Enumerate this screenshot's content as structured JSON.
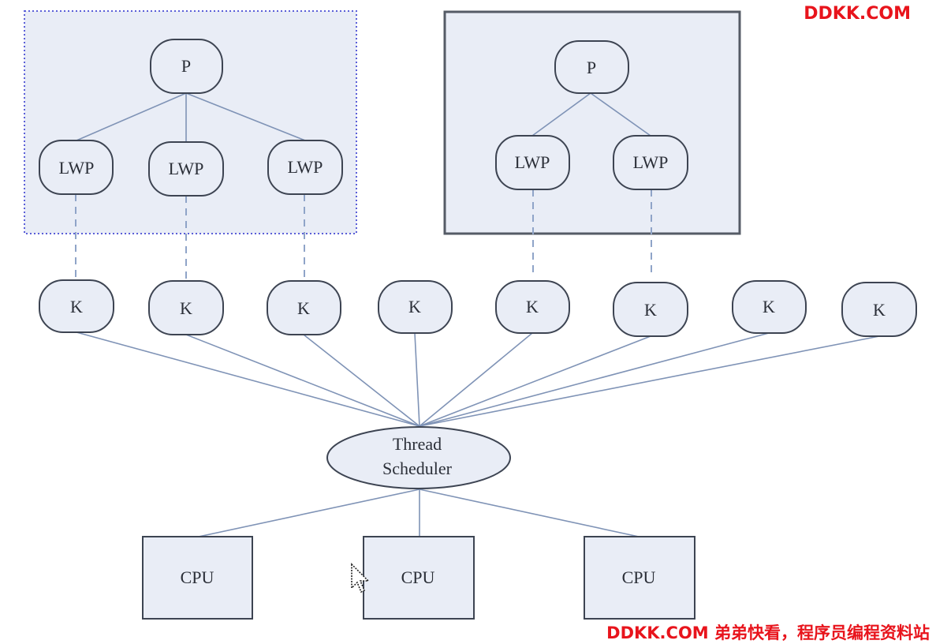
{
  "watermarks": {
    "top": "DDKK.COM",
    "bottom": "DDKK.COM 弟弟快看，程序员编程资料站"
  },
  "colors": {
    "node_fill": "#e9edf6",
    "edge": "#7f93b6",
    "watermark": "#e8141c"
  },
  "processes": [
    {
      "id": "p1",
      "label": "P",
      "lwps": [
        "LWP",
        "LWP",
        "LWP"
      ]
    },
    {
      "id": "p2",
      "label": "P",
      "lwps": [
        "LWP",
        "LWP"
      ]
    }
  ],
  "kernel_threads": [
    "K",
    "K",
    "K",
    "K",
    "K",
    "K",
    "K",
    "K"
  ],
  "scheduler": {
    "line1": "Thread",
    "line2": "Scheduler"
  },
  "cpus": [
    "CPU",
    "CPU",
    "CPU"
  ],
  "icons": {
    "cursor": "mouse-pointer-icon"
  }
}
